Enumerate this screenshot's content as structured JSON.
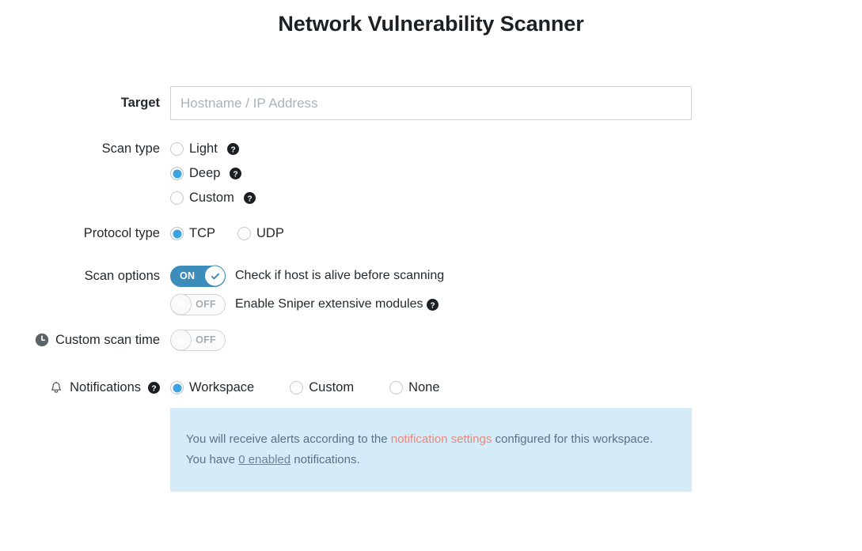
{
  "header": {
    "title": "Network Vulnerability Scanner"
  },
  "form": {
    "target": {
      "label": "Target",
      "placeholder": "Hostname / IP Address",
      "value": ""
    },
    "scan_type": {
      "label": "Scan type",
      "options": [
        {
          "label": "Light",
          "selected": false,
          "help_icon": "help-circle-icon"
        },
        {
          "label": "Deep",
          "selected": true,
          "help_icon": "help-circle-icon"
        },
        {
          "label": "Custom",
          "selected": false,
          "help_icon": "help-circle-icon"
        }
      ]
    },
    "protocol_type": {
      "label": "Protocol type",
      "options": [
        {
          "label": "TCP",
          "selected": true
        },
        {
          "label": "UDP",
          "selected": false
        }
      ]
    },
    "scan_options": {
      "label": "Scan options",
      "toggles": [
        {
          "state": "ON",
          "text": "Check if host is alive before scanning",
          "has_help": false
        },
        {
          "state": "OFF",
          "text": "Enable Sniper extensive modules",
          "has_help": true,
          "help_icon": "help-circle-icon"
        }
      ]
    },
    "custom_scan_time": {
      "label": "Custom scan time",
      "icon": "clock-icon",
      "state": "OFF"
    },
    "notifications": {
      "label": "Notifications",
      "icon": "bell-icon",
      "help_icon": "help-circle-icon",
      "options": [
        {
          "label": "Workspace",
          "selected": true
        },
        {
          "label": "Custom",
          "selected": false
        },
        {
          "label": "None",
          "selected": false
        }
      ],
      "info": {
        "line1_a": "You will receive alerts according to the ",
        "line1_link": "notification settings",
        "line1_b": " configured for this workspace.",
        "line2_a": "You have ",
        "line2_link": "0 enabled",
        "line2_b": " notifications."
      }
    }
  },
  "colors": {
    "accent_blue": "#3ba3e0",
    "toggle_on": "#3c8dbc",
    "info_bg": "#d3ecf7",
    "link_salmon": "#f0857a"
  }
}
